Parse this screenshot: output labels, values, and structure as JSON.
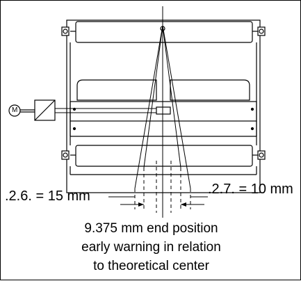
{
  "labels": {
    "left_dimension": ".2.6. = 15 mm",
    "right_dimension": ".2.7. = 10 mm",
    "motor_letter": "M"
  },
  "caption": {
    "line1": "9.375 mm end position",
    "line2": "early warning in relation",
    "line3": "to theoretical center"
  },
  "colors": {
    "line": "#000000",
    "background": "#ffffff"
  }
}
